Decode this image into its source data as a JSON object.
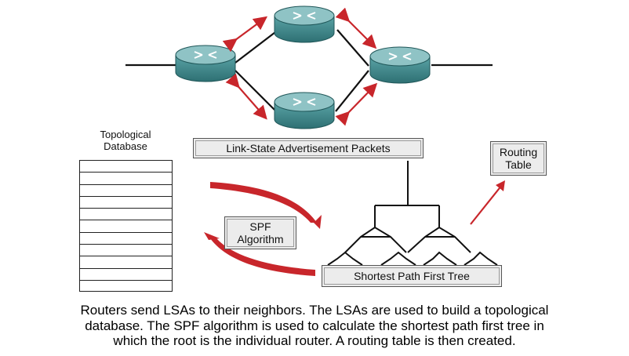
{
  "labels": {
    "topo_db_line1": "Topological",
    "topo_db_line2": "Database",
    "lsa_packets": "Link-State Advertisement Packets",
    "spf_line1": "SPF",
    "spf_line2": "Algorithm",
    "routing_line1": "Routing",
    "routing_line2": "Table",
    "spf_tree": "Shortest Path First Tree"
  },
  "caption": {
    "line1": "Routers send LSAs to their neighbors. The LSAs are used to build a topological",
    "line2": "database. The SPF algorithm is used to calculate the shortest path first tree in",
    "line3": "which the root is the individual router. A routing table is then created."
  },
  "database_rows": 11,
  "colors": {
    "router_body": "#3f8f92",
    "router_top": "#8fc3c5",
    "arrow_red": "#c8262b",
    "box_fill": "#ececec",
    "line": "#111111"
  },
  "icons": [
    "router-icon",
    "database-table-icon",
    "tree-icon",
    "red-arrow-icon"
  ]
}
